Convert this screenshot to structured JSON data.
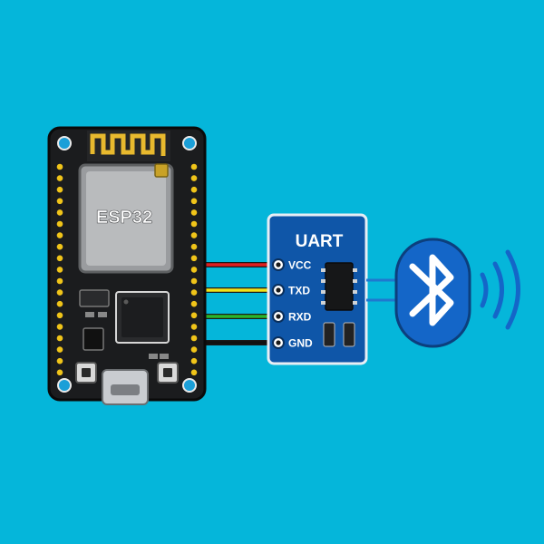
{
  "colors": {
    "background": "#05b6da",
    "board": "#1b1c1e",
    "module": "#0f56a8",
    "bluetooth": "#1466c8",
    "wire_vcc": "#e01e1e",
    "wire_txd": "#f2e21a",
    "wire_rxd": "#2bb52b",
    "wire_gnd": "#111111"
  },
  "esp32": {
    "label": "ESP32"
  },
  "uart": {
    "title": "UART",
    "pins": [
      {
        "label": "VCC",
        "wire": "wire_vcc"
      },
      {
        "label": "TXD",
        "wire": "wire_txd"
      },
      {
        "label": "RXD",
        "wire": "wire_rxd"
      },
      {
        "label": "GND",
        "wire": "wire_gnd"
      }
    ]
  },
  "bluetooth": {
    "icon": "bluetooth-icon",
    "signal": "signal-waves-icon"
  }
}
